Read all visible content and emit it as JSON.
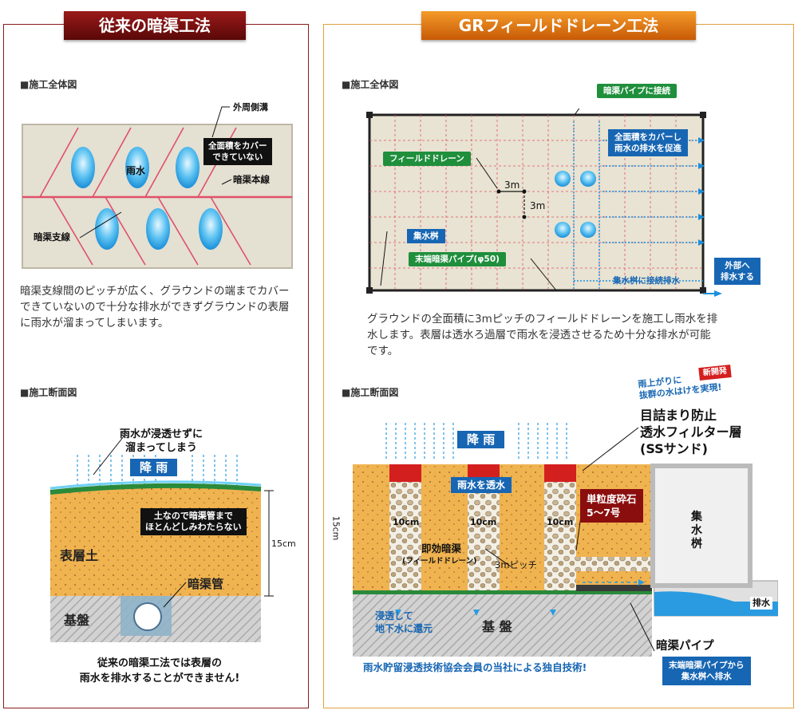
{
  "left": {
    "header": "従来の暗渠工法",
    "overview_heading": "■施工全体図",
    "overview_labels": {
      "perimeter": "外周側溝",
      "not_covered": "全面積をカバー\nできていない",
      "rainwater": "雨水",
      "main_line": "暗渠本線",
      "branch_line": "暗渠支線"
    },
    "description": "暗渠支線間のピッチが広く、グラウンドの端までカバーできていないので十分な排水ができずグラウンドの表層に雨水が溜まってしまいます。",
    "section_heading": "■施工断面図",
    "section_labels": {
      "pooling": "雨水が浸透せずに\n溜まってしまう",
      "rain": "降 雨",
      "soil_note": "土なので暗渠管まで\nほとんどしみわたらない",
      "surface_soil": "表層土",
      "pipe": "暗渠管",
      "base": "基盤",
      "depth": "15cm"
    },
    "conclusion": "従来の暗渠工法では表層の\n雨水を排水することができません!"
  },
  "right": {
    "header": "GRフィールドドレーン工法",
    "overview_heading": "■施工全体図",
    "overview_labels": {
      "connect_pipe": "暗渠パイプに接続",
      "cover_all": "全面積をカバーし\n雨水の排水を促進",
      "field_drain": "フィールドドレーン",
      "pitch_h": "3m",
      "pitch_v": "3m",
      "catch_basin": "集水桝",
      "end_pipe": "末端暗渠パイプ(φ50)",
      "connect_drain": "集水桝に接続排水",
      "outside": "外部へ\n排水する"
    },
    "description": "グラウンドの全面積に3mピッチのフィールドドレーンを施工し雨水を排水します。表層は透水ろ過層で雨水を浸透させるため十分な排水が可能です。",
    "section_heading": "■施工断面図",
    "section_labels": {
      "badge_new": "新開発",
      "badge_text": "雨上がりに\n抜群の水はけを実現!",
      "filter_layer": "目詰まり防止\n透水フィルター層\n(SSサンド)",
      "rain": "降 雨",
      "permeate": "雨水を透水",
      "gravel": "単粒度砕石\n5〜7号",
      "basin": "集\n水\n桝",
      "width": "10cm",
      "quick_drain": "即効暗渠",
      "quick_drain_sub": "(フィールドドレーン)",
      "pitch": "3mピッチ",
      "drain": "排水",
      "infiltrate": "浸透して\n地下水に還元",
      "base": "基 盤",
      "pipe": "暗渠パイプ",
      "depth": "15cm",
      "pipe_note": "末端暗渠パイプから\n集水桝へ排水"
    },
    "footer": "雨水貯留浸透技術協会会員の当社による独自技術!"
  },
  "colors": {
    "left_header": "#7a1010",
    "right_header": "#e07a10",
    "left_border": "#8a1a1a",
    "right_border": "#e0a040",
    "soil": "#efb350",
    "grass": "#2a8a3a",
    "base": "#cfcfcf",
    "water": "#2a9be0"
  }
}
